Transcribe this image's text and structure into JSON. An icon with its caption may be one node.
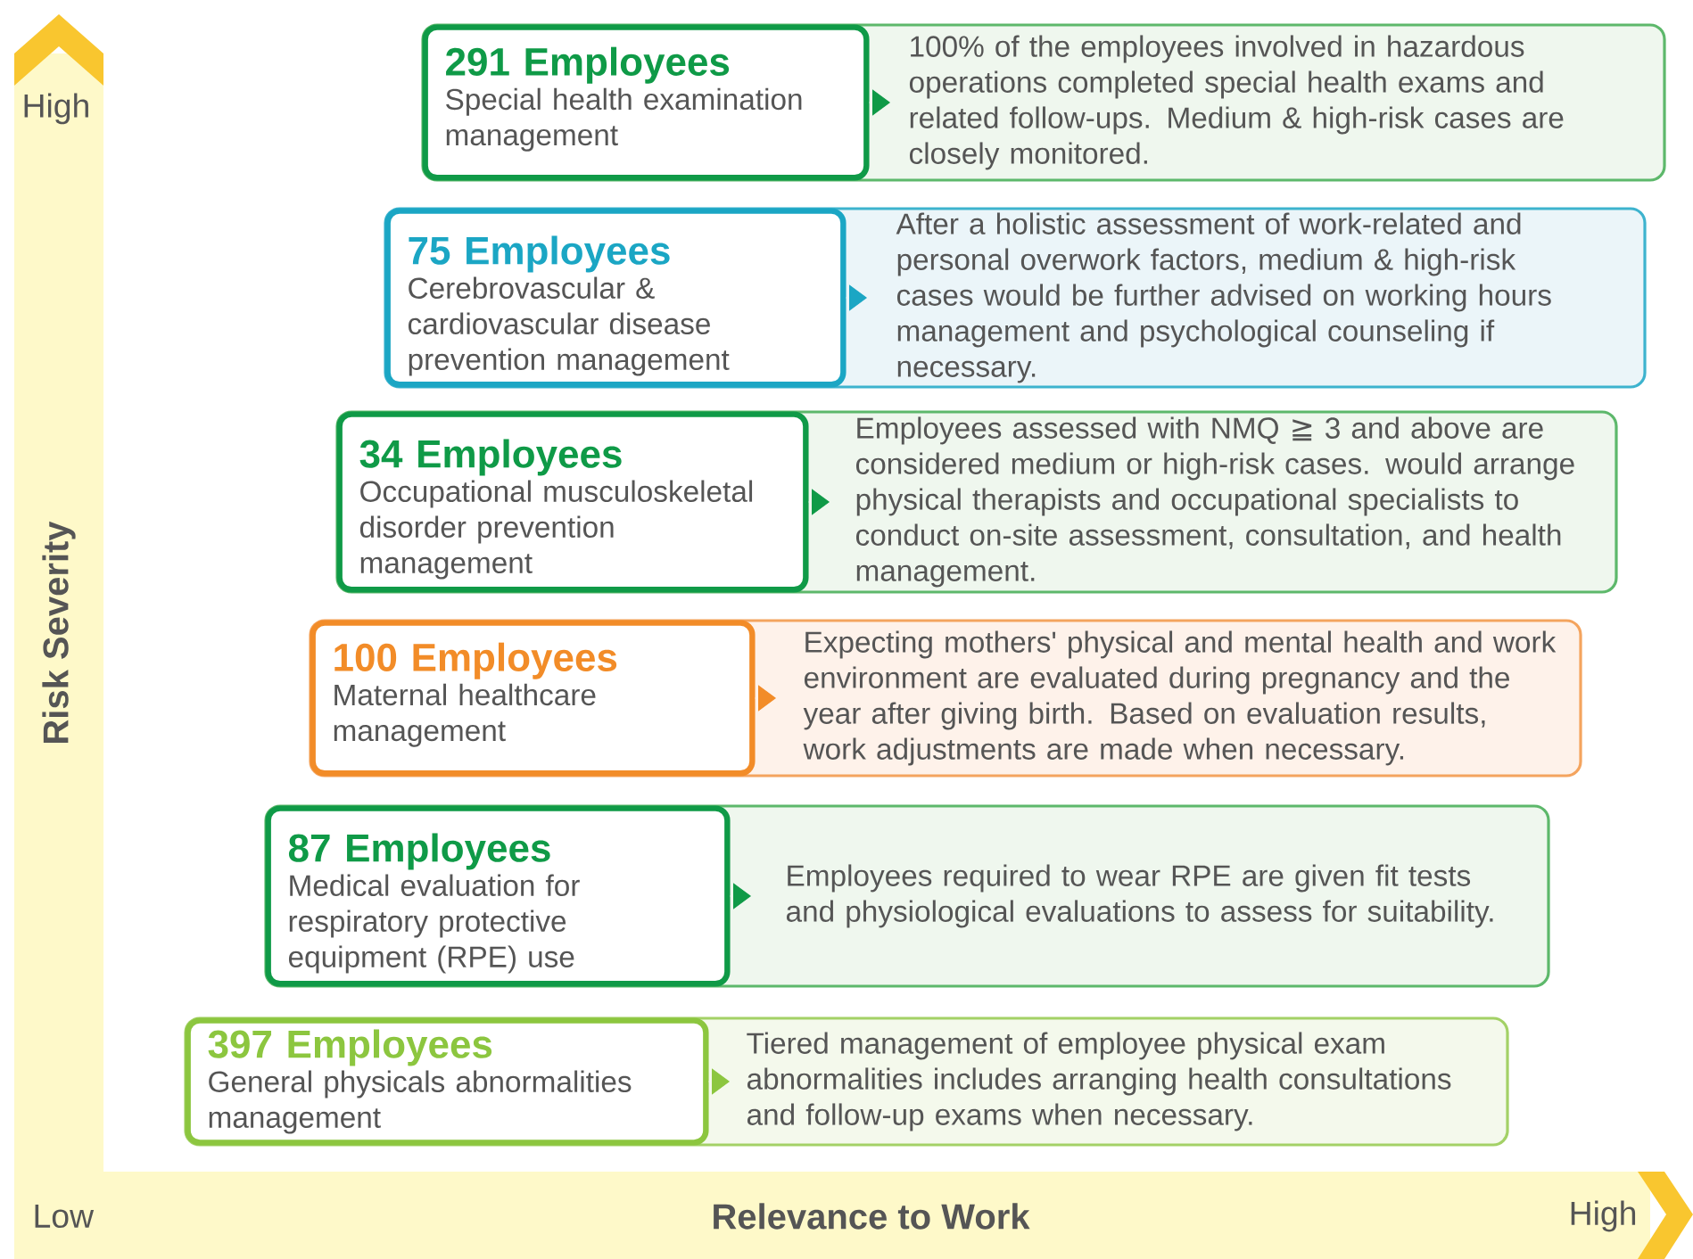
{
  "diagram": {
    "nodes": [
      {
        "text": [
          "291 Employees",
          "Special health examination management"
        ]
      },
      {
        "text": [
          "100% of the employees involved in hazardous operations completed special health exams and related follow-ups. Medium & high-risk cases are closely monitored."
        ]
      },
      {
        "text": [
          "75 Employees",
          "Cerebrovascular & cardiovascular disease prevention management"
        ]
      },
      {
        "text": [
          "After a holistic assessment of work-related and personal overwork factors, medium & high-risk cases would be further advised on working hours management and psychological counseling if necessary."
        ]
      },
      {
        "text": [
          "34 Employees",
          "Occupational musculoskeletal disorder prevention management"
        ]
      },
      {
        "text": [
          "Employees assessed with NMQ ≧ 3 and above are considered medium or high-risk cases. would arrange physical therapists and occupational specialists to conduct on-site assessment, consultation, and health management."
        ]
      },
      {
        "text": [
          "100 Employees",
          "Maternal healthcare management"
        ]
      },
      {
        "text": [
          "Expecting mothers' physical and mental health and work environment are evaluated during pregnancy and the year after giving birth. Based on evaluation results, work adjustments are made when necessary."
        ]
      },
      {
        "text": [
          "87 Employees",
          "Medical evaluation for respiratory protective equipment (RPE) use"
        ]
      },
      {
        "text": [
          "Employees required to wear RPE are given fit tests and physiological evaluations to assess for suitability."
        ]
      },
      {
        "text": [
          "397 Employees",
          "General physicals abnormalities management"
        ]
      },
      {
        "text": [
          "Tiered management of employee physical exam abnormalities includes arranging health consultations and follow-up exams when necessary."
        ]
      }
    ],
    "edges": [
      {
        "from": 0,
        "to": 1,
        "arrow": "to"
      },
      {
        "from": 2,
        "to": 3,
        "arrow": "to"
      },
      {
        "from": 4,
        "to": 5,
        "arrow": "to"
      },
      {
        "from": 6,
        "to": 7,
        "arrow": "to"
      },
      {
        "from": 8,
        "to": 9,
        "arrow": "to"
      },
      {
        "from": 10,
        "to": 11,
        "arrow": "to"
      }
    ],
    "labels": [
      "High",
      "Risk Severity",
      "Low",
      "Relevance to Work",
      "High"
    ]
  }
}
